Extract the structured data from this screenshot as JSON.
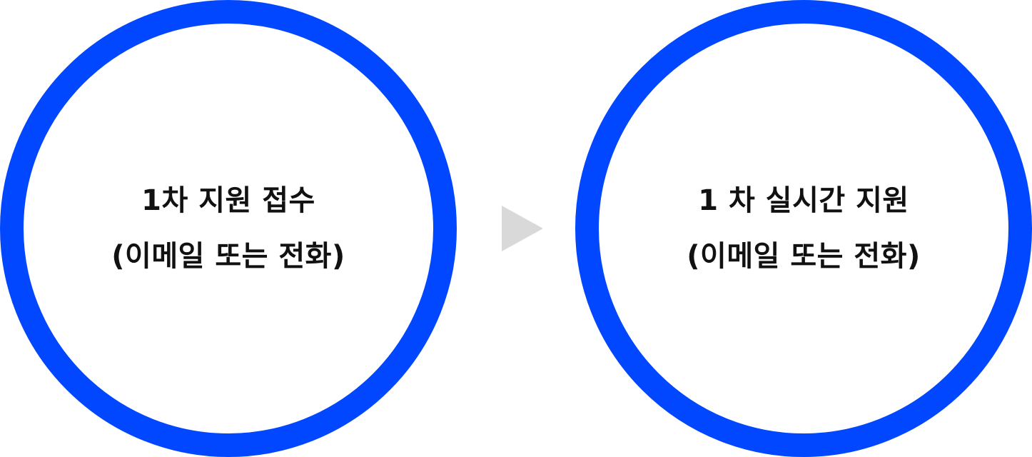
{
  "steps": [
    {
      "title": "1차 지원 접수",
      "subtitle": "(이메일 또는 전화)"
    },
    {
      "title": "1 차 실시간 지원",
      "subtitle": "(이메일 또는 전화)"
    }
  ],
  "arrow": {
    "icon": "triangle-right-icon",
    "color": "#d9d9d9"
  },
  "colors": {
    "ring": "#0047ff",
    "text": "#111111",
    "background": "#ffffff"
  }
}
